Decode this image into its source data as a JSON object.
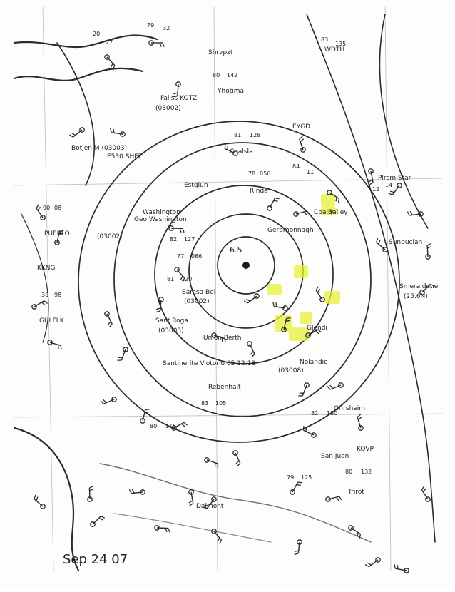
{
  "map": {
    "date_label": "Sep 24 07",
    "isobar_center_value": "6.5",
    "highlight_color": "#e8f23a",
    "ink_color": "#2b2b2b",
    "ship_labels": [
      {
        "text": "Shrvpzt"
      },
      {
        "text": "Fallss KOTZ"
      },
      {
        "text": "(03002)"
      },
      {
        "text": "Yhotima"
      },
      {
        "text": "Botjen M (03003)"
      },
      {
        "text": "E530 SHEZ"
      },
      {
        "text": "PUEBLO"
      },
      {
        "text": "KKNG"
      },
      {
        "text": "GULFLK"
      },
      {
        "text": "Coalsla"
      },
      {
        "text": "Rinda"
      },
      {
        "text": "Estglun"
      },
      {
        "text": "Washington"
      },
      {
        "text": "Geo Washington"
      },
      {
        "text": "(03002)"
      },
      {
        "text": "Gerbmonnagh"
      },
      {
        "text": "Samsa Bel"
      },
      {
        "text": "(03002)"
      },
      {
        "text": "Sant Roga"
      },
      {
        "text": "(03003)"
      },
      {
        "text": "Cbaily"
      },
      {
        "text": "Bailey"
      },
      {
        "text": "Glendi"
      },
      {
        "text": "Union Berth"
      },
      {
        "text": "Santinerite Viotorio 05 12:18"
      },
      {
        "text": "Nolandic"
      },
      {
        "text": "(03008)"
      },
      {
        "text": "Rebenhalt"
      },
      {
        "text": "Grirsheim"
      },
      {
        "text": "KOVP"
      },
      {
        "text": "San Juan"
      },
      {
        "text": "Trirot"
      },
      {
        "text": "Dalmont"
      },
      {
        "text": "Sunbucian"
      },
      {
        "text": "WDTH"
      },
      {
        "text": "Smeraldone"
      },
      {
        "text": "(25.6N)"
      },
      {
        "text": "Plrsm Star"
      },
      {
        "text": "EYGD"
      }
    ],
    "obs_numbers": [
      {
        "text": "79"
      },
      {
        "text": "32"
      },
      {
        "text": "20"
      },
      {
        "text": "27"
      },
      {
        "text": "80"
      },
      {
        "text": "142"
      },
      {
        "text": "83"
      },
      {
        "text": "135"
      },
      {
        "text": "81"
      },
      {
        "text": "128"
      },
      {
        "text": "84"
      },
      {
        "text": "11"
      },
      {
        "text": "78"
      },
      {
        "text": "056"
      },
      {
        "text": "82"
      },
      {
        "text": "127"
      },
      {
        "text": "77"
      },
      {
        "text": "086"
      },
      {
        "text": "81"
      },
      {
        "text": "120"
      },
      {
        "text": "80"
      },
      {
        "text": "115"
      },
      {
        "text": "82"
      },
      {
        "text": "130"
      },
      {
        "text": "83"
      },
      {
        "text": "105"
      },
      {
        "text": "79"
      },
      {
        "text": "125"
      },
      {
        "text": "80"
      },
      {
        "text": "132"
      },
      {
        "text": "12"
      },
      {
        "text": "14"
      },
      {
        "text": "90"
      },
      {
        "text": "08"
      },
      {
        "text": "30"
      },
      {
        "text": "98"
      }
    ]
  }
}
